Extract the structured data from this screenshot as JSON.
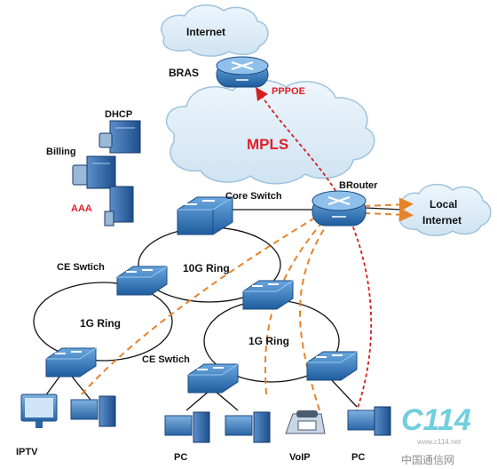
{
  "labels": {
    "internet": "Internet",
    "bras": "BRAS",
    "pppoe": "PPPOE",
    "mpls": "MPLS",
    "dhcp": "DHCP",
    "billing": "Billing",
    "aaa": "AAA",
    "core_switch": "Core Switch",
    "brouter": "BRouter",
    "local_internet_line1": "Local",
    "local_internet_line2": "Internet",
    "ce_switch_left": "CE Swtich",
    "ce_switch_bottom": "CE Swtich",
    "ring_10g": "10G Ring",
    "ring_1g_left": "1G Ring",
    "ring_1g_right": "1G Ring",
    "iptv": "IPTV",
    "pc_middle": "PC",
    "voip": "VoIP",
    "pc_right": "PC"
  },
  "watermark": {
    "logo": "C114",
    "chinese": "中国通信网",
    "url": "www.c114.net"
  },
  "colors": {
    "cloud_fill": "#dcecf7",
    "cloud_stroke": "#9fc3dd",
    "router_blue": "#2d6fb5",
    "switch_blue": "#3b7fc4",
    "pppoe_path": "#d42020",
    "dashed_orange": "#e8822a",
    "label_red": "#e0202a"
  }
}
